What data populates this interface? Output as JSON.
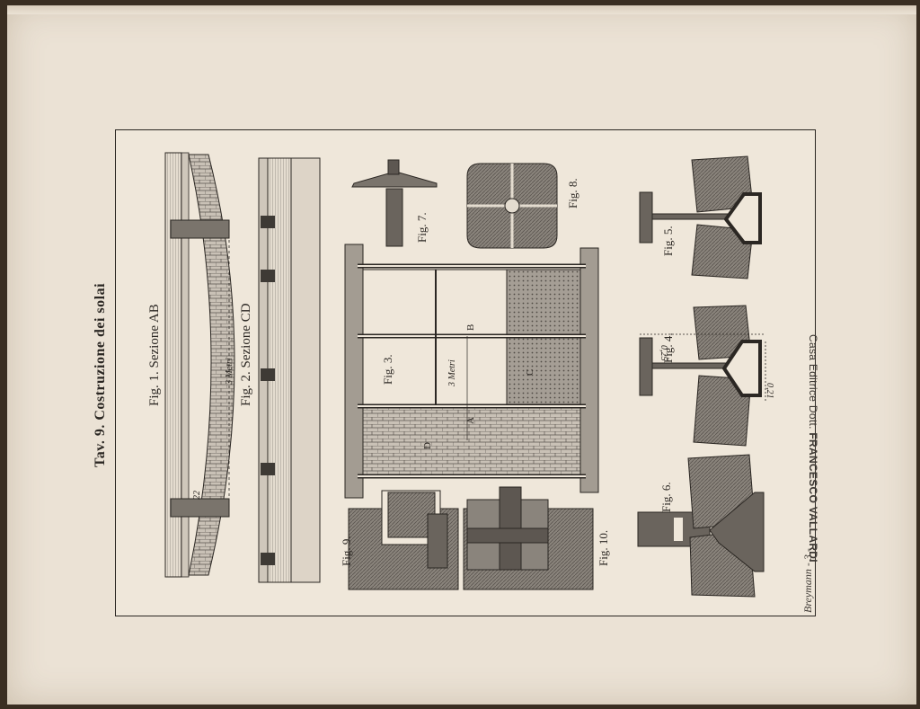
{
  "plate": {
    "title": "Tav. 9. Costruzione dei solai",
    "publisher_prefix": "Casa Editrice Dott.",
    "publisher_name": "FRANCESCO VALLARDI",
    "signature": "Breymann - 3 -"
  },
  "figures": {
    "fig1": "Fig. 1. Sezione AB",
    "fig2": "Fig. 2. Sezione CD",
    "fig3": "Fig. 3.",
    "fig4": "Fig. 4.",
    "fig5": "Fig. 5.",
    "fig6": "Fig. 6.",
    "fig7": "Fig. 7.",
    "fig8": "Fig. 8.",
    "fig9": "Fig. 9.",
    "fig10": "Fig. 10."
  },
  "annotations": {
    "span1": "3 Metri",
    "span3": "3 Metri",
    "dim_a": "0,25",
    "dim_b": "0,21",
    "letter_a": "A",
    "letter_b": "B",
    "letter_c": "C",
    "letter_d": "D",
    "small_mark": "22"
  },
  "colors": {
    "paper": "#ebe2d5",
    "ink": "#2b2723",
    "hatch": "#6d6760"
  }
}
